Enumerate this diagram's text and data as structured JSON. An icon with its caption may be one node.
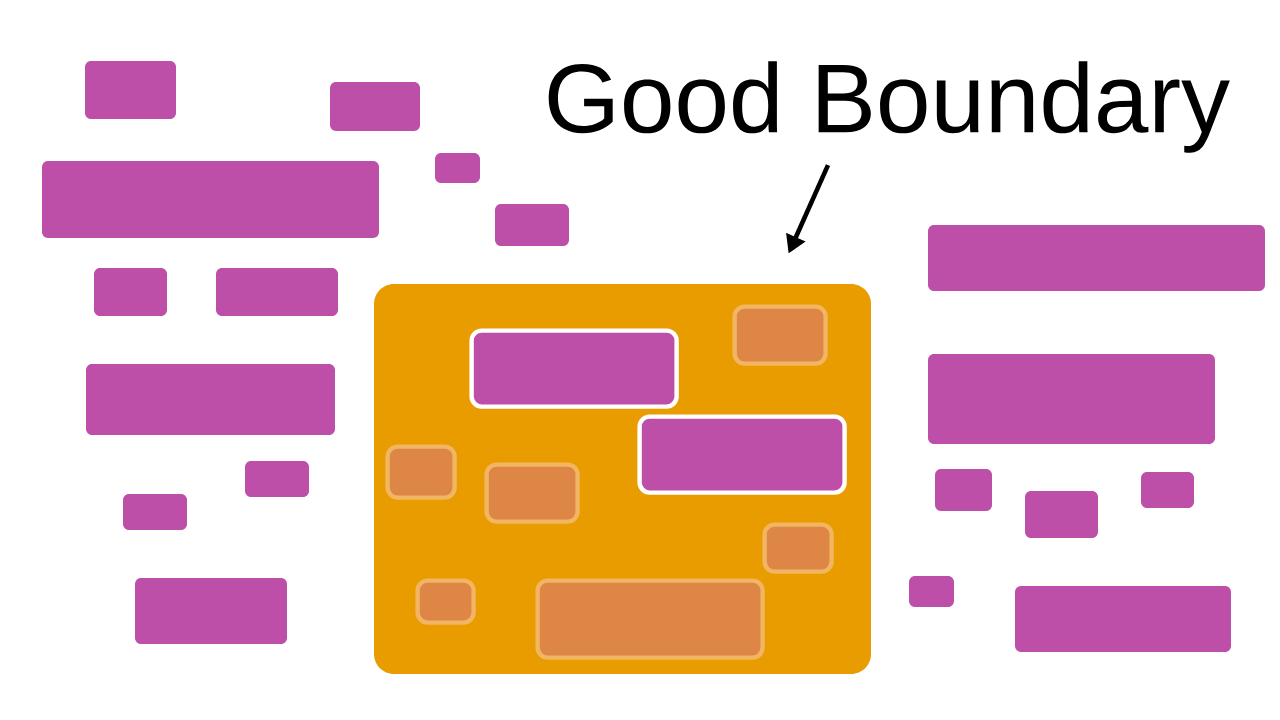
{
  "diagram": {
    "nodes": [
      {
        "text": [
          "Good Boundary"
        ]
      },
      {
        "text": [],
        "shape": "box"
      },
      {
        "text": [],
        "shape": "box"
      },
      {
        "text": [],
        "shape": "box"
      },
      {
        "text": [],
        "shape": "box"
      },
      {
        "text": [],
        "shape": "box"
      },
      {
        "text": [],
        "shape": "box"
      },
      {
        "text": [],
        "shape": "box"
      },
      {
        "text": [],
        "shape": "box"
      },
      {
        "text": [],
        "shape": "box"
      },
      {
        "text": [],
        "shape": "box"
      },
      {
        "text": [],
        "shape": "box"
      },
      {
        "text": [],
        "shape": "box"
      },
      {
        "text": [],
        "shape": "box"
      },
      {
        "text": [],
        "shape": "box"
      },
      {
        "text": [],
        "shape": "box"
      },
      {
        "text": [],
        "shape": "box"
      },
      {
        "text": [],
        "shape": "box"
      },
      {
        "text": [],
        "shape": "box"
      },
      {
        "text": [],
        "shape": "box"
      },
      {
        "text": [],
        "shape": "box",
        "in": 19
      },
      {
        "text": [],
        "shape": "box",
        "in": 19
      },
      {
        "text": [],
        "shape": "box",
        "in": 19
      },
      {
        "text": [],
        "shape": "box",
        "in": 19
      },
      {
        "text": [],
        "shape": "box",
        "in": 19
      },
      {
        "text": [],
        "shape": "box",
        "in": 19
      },
      {
        "text": [],
        "shape": "box",
        "in": 19
      },
      {
        "text": [],
        "shape": "box",
        "in": 19
      }
    ],
    "edges": [
      {
        "from": 0,
        "to": 19,
        "arrow": "to"
      }
    ]
  }
}
